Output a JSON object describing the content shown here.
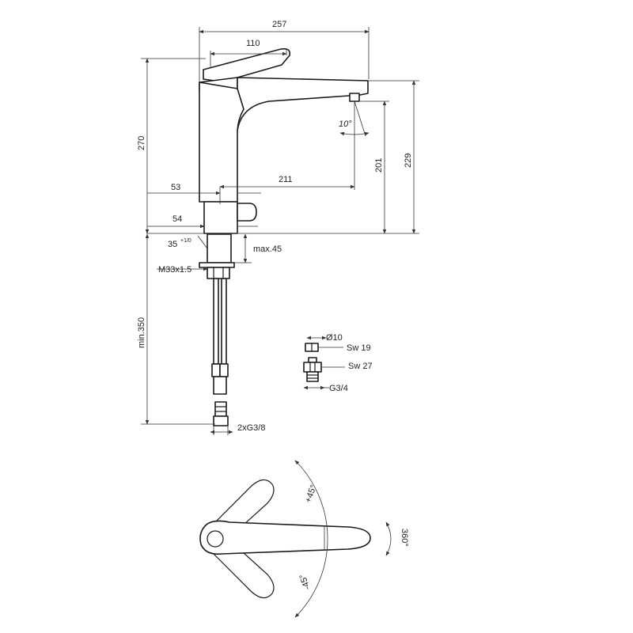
{
  "labels": {
    "width_total": "257",
    "lever_length": "110",
    "height_total": "270",
    "angle_spout": "10°",
    "spout_height": "201",
    "height_right": "229",
    "spout_reach": "211",
    "dim_53": "53",
    "dim_54": "54",
    "angle_35": "35",
    "angle_35_tol": "+1/0",
    "max_thickness": "max.45",
    "thread": "M33x1.5",
    "hose_length": "min.350",
    "diameter_10": "Ø10",
    "sw19": "Sw 19",
    "sw27": "Sw 27",
    "g34": "G3/4",
    "hose_connection": "2xG3/8",
    "angle_plus45": "+45°",
    "angle_minus45": "-45°",
    "rotation": "360°"
  }
}
